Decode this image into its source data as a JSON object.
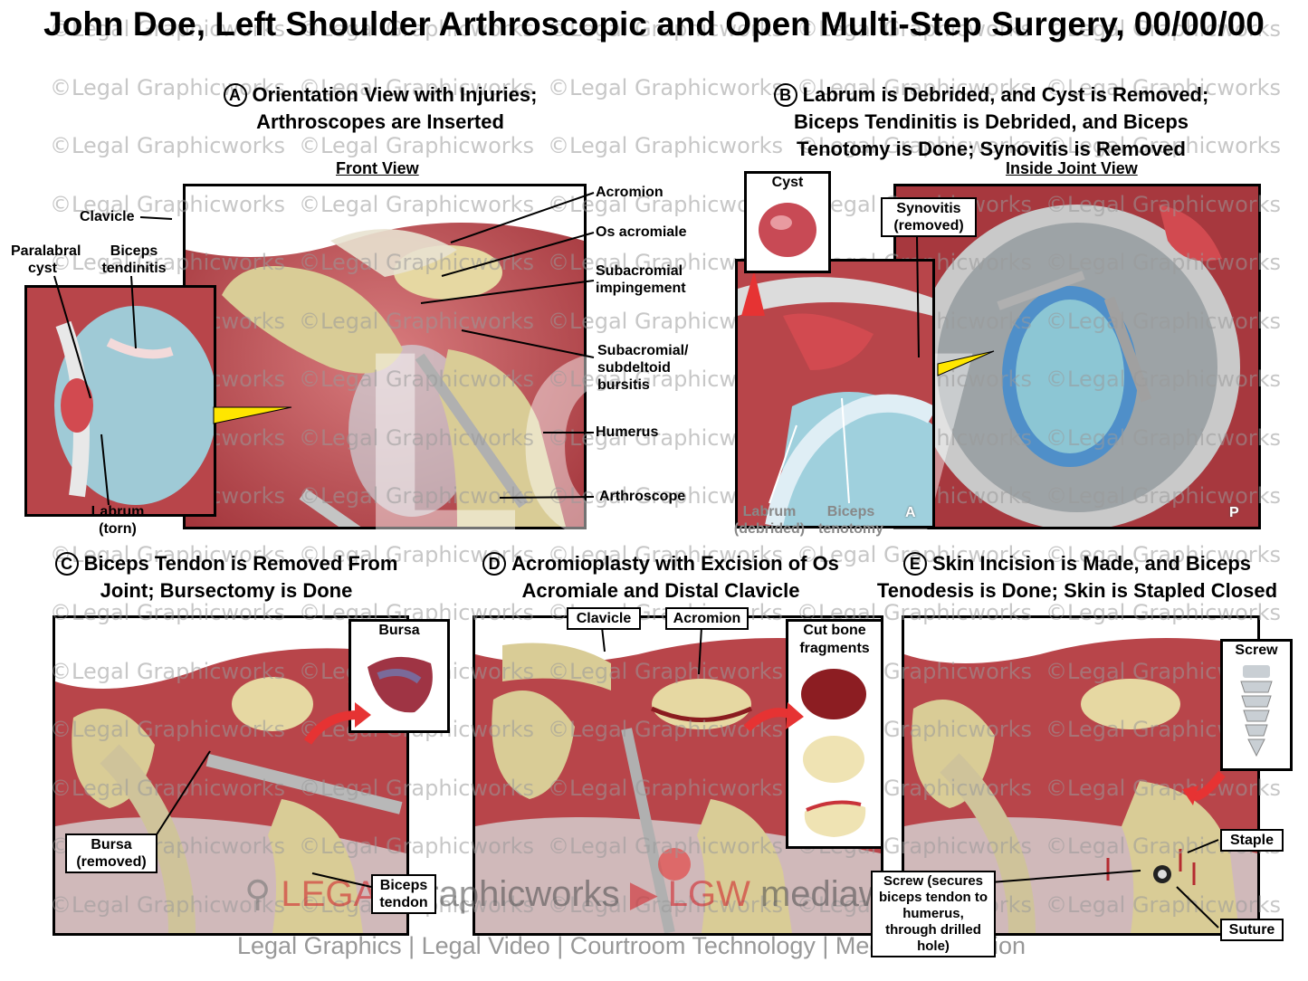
{
  "watermark": "©Legal Graphicworks",
  "title": "John Doe, Left Shoulder Arthroscopic and Open Multi-Step Surgery, 00/00/00",
  "panels": {
    "a": {
      "letter": "A",
      "title": "Orientation View with Injuries; Arthroscopes are Inserted",
      "subtitle": "Front View",
      "labels": {
        "clavicle": "Clavicle",
        "paralabral_cyst": "Paralabral cyst",
        "biceps_tendinitis": "Biceps tendinitis",
        "labrum_torn": "Labrum (torn)",
        "acromion": "Acromion",
        "os_acromiale": "Os acromiale",
        "subacromial_impingement": "Subacromial impingement",
        "bursitis": "Subacromial/ subdeltoid bursitis",
        "humerus": "Humerus",
        "arthroscope": "Arthroscope"
      }
    },
    "b": {
      "letter": "B",
      "title": "Labrum is Debrided, and Cyst is Removed; Biceps Tendinitis is Debrided, and Biceps Tenotomy is Done; Synovitis is Removed",
      "subtitle": "Inside Joint View",
      "labels": {
        "cyst": "Cyst",
        "synovitis": "Synovitis (removed)",
        "labrum_debrided": "Labrum (debrided)",
        "biceps_tenotomy": "Biceps tenotomy",
        "anterior": "A",
        "posterior": "P"
      }
    },
    "c": {
      "letter": "C",
      "title": "Biceps Tendon is Removed From Joint; Bursectomy is Done",
      "labels": {
        "bursa": "Bursa",
        "bursa_removed": "Bursa (removed)",
        "biceps_tendon": "Biceps tendon"
      }
    },
    "d": {
      "letter": "D",
      "title": "Acromioplasty with Excision of Os Acromiale and Distal Clavicle",
      "labels": {
        "clavicle": "Clavicle",
        "acromion": "Acromion",
        "cut_bone_fragments": "Cut bone fragments"
      }
    },
    "e": {
      "letter": "E",
      "title": "Skin Incision is Made, and Biceps Tenodesis is Done; Skin is Stapled Closed",
      "labels": {
        "screw": "Screw",
        "staple": "Staple",
        "suture": "Suture",
        "screw_note": "Screw (secures biceps tendon to humerus, through drilled hole)"
      }
    }
  },
  "branding": {
    "legal": "LEGAL",
    "graphicworks": "graphicworks",
    "lgw": "LGW",
    "mediaworks": "mediaworks",
    "tagline": "Legal Graphics | Legal Video | Courtroom Technology | Media Production",
    "monogram": "LGW"
  },
  "colors": {
    "muscle": "#b8454a",
    "bone": "#d9cc96",
    "cartilage": "#8fc6d4",
    "pointer": "#ffe600",
    "logo_red": "#d2282e"
  }
}
